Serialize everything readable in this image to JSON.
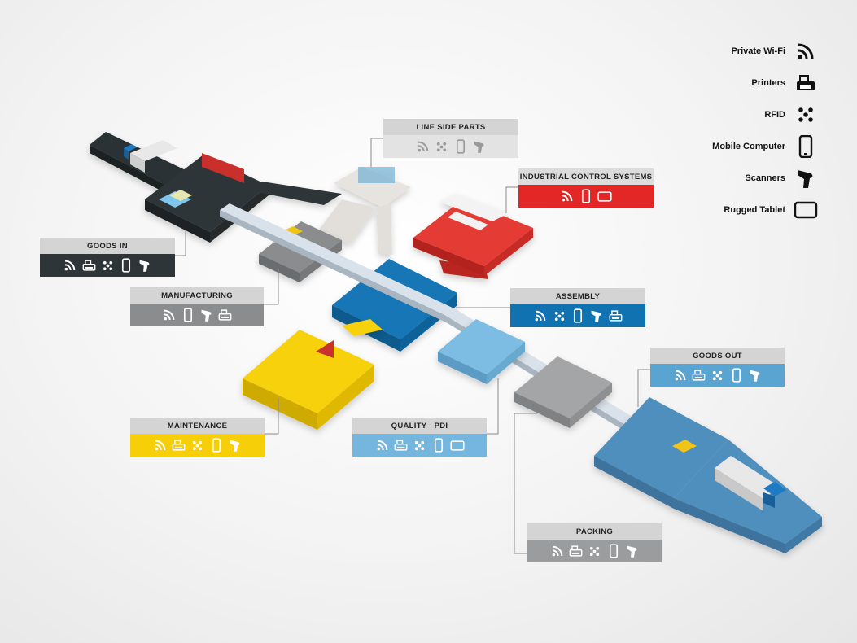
{
  "legend": [
    {
      "label": "Private Wi-Fi",
      "icon": "wifi-icon"
    },
    {
      "label": "Printers",
      "icon": "printer-icon"
    },
    {
      "label": "RFID",
      "icon": "rfid-icon"
    },
    {
      "label": "Mobile Computer",
      "icon": "mobile-computer-icon"
    },
    {
      "label": "Scanners",
      "icon": "scanner-icon"
    },
    {
      "label": "Rugged Tablet",
      "icon": "tablet-icon"
    }
  ],
  "areas": {
    "line_side_parts": {
      "label": "LINE SIDE PARTS",
      "icons": [
        "wifi",
        "rfid",
        "mobile",
        "scanner"
      ],
      "head_color": "#d4d4d4",
      "body_color": "#e3e3e3",
      "icon_color": "#9a9a9a"
    },
    "industrial_control_systems": {
      "label": "INDUSTRIAL CONTROL SYSTEMS",
      "icons": [
        "wifi",
        "mobile",
        "tablet"
      ],
      "head_color": "#dcdcdc",
      "body_color": "#e32726",
      "icon_color": "#ffffff"
    },
    "goods_in": {
      "label": "GOODS IN",
      "icons": [
        "wifi",
        "printer",
        "rfid",
        "mobile",
        "scanner"
      ],
      "head_color": "#d4d4d4",
      "body_color": "#2e3539",
      "icon_color": "#ffffff"
    },
    "manufacturing": {
      "label": "MANUFACTURING",
      "icons": [
        "wifi",
        "mobile",
        "scanner",
        "printer"
      ],
      "head_color": "#d4d4d4",
      "body_color": "#8a8c8e",
      "icon_color": "#ffffff"
    },
    "assembly": {
      "label": "ASSEMBLY",
      "icons": [
        "wifi",
        "rfid",
        "mobile",
        "scanner",
        "printer"
      ],
      "head_color": "#d4d4d4",
      "body_color": "#1172b1",
      "icon_color": "#ffffff"
    },
    "goods_out": {
      "label": "GOODS OUT",
      "icons": [
        "wifi",
        "printer",
        "rfid",
        "mobile",
        "scanner"
      ],
      "head_color": "#d4d4d4",
      "body_color": "#5aa4d1",
      "icon_color": "#ffffff"
    },
    "maintenance": {
      "label": "MAINTENANCE",
      "icons": [
        "wifi",
        "printer",
        "rfid",
        "mobile",
        "scanner"
      ],
      "head_color": "#d4d4d4",
      "body_color": "#f7cf08",
      "icon_color": "#ffffff"
    },
    "quality_pdi": {
      "label": "QUALITY - PDI",
      "icons": [
        "wifi",
        "printer",
        "rfid",
        "mobile",
        "tablet"
      ],
      "head_color": "#d4d4d4",
      "body_color": "#75b6de",
      "icon_color": "#ffffff"
    },
    "packing": {
      "label": "PACKING",
      "icons": [
        "wifi",
        "printer",
        "rfid",
        "mobile",
        "scanner"
      ],
      "head_color": "#d4d4d4",
      "body_color": "#9a9c9e",
      "icon_color": "#ffffff"
    }
  }
}
